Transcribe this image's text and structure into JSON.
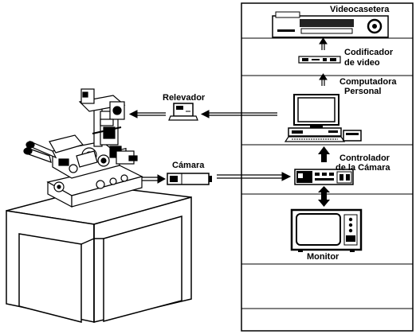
{
  "labels": {
    "videocassette": "Videocasetera",
    "encoder_line1": "Codificador",
    "encoder_line2": "de video",
    "pc_line1": "Computadora",
    "pc_line2": "Personal",
    "controller_line1": "Controlador",
    "controller_line2": "de la Cámara",
    "monitor": "Monitor",
    "relay": "Relevador",
    "camera": "Cámara"
  }
}
